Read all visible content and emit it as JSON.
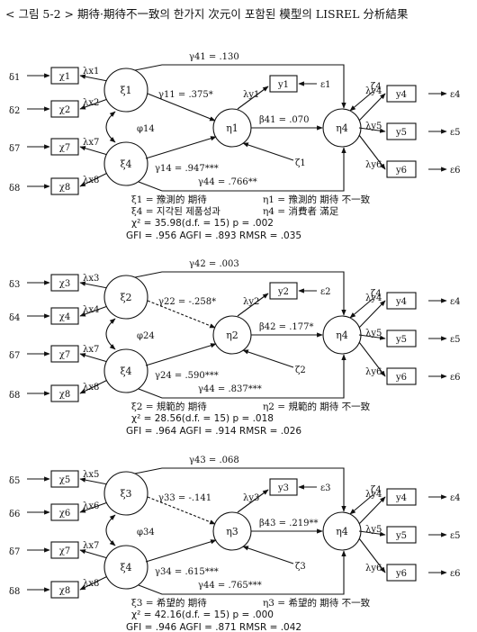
{
  "figure_title": "< 그림 5-2 >  期待·期待不一致의 한가지 次元이 포함된 模型의 LISREL 分析結果",
  "panels": [
    {
      "xi_a": "ξ1",
      "eta_a": "η1",
      "x_top": [
        "χ1",
        "χ2"
      ],
      "x_bottom": [
        "χ7",
        "χ8"
      ],
      "delta_top": [
        "δ1",
        "δ2"
      ],
      "delta_bottom": [
        "δ7",
        "δ8"
      ],
      "lam_top": [
        "λx1",
        "λx2"
      ],
      "lam_bottom": [
        "λx7",
        "λx8"
      ],
      "phi": "φ14",
      "g_top": "γ41 = .130",
      "g_mid": "γ11 = .375*",
      "g_low": "γ14 = .947***",
      "g_bottom": "γ44 = .766**",
      "beta": "β41 = .070",
      "y_mid": "y1",
      "lam_ymid": "λy1",
      "eps_mid": "ε1",
      "zeta_mid": "ζ1",
      "cap1a": "ξ1 = 豫測的  期待",
      "cap1b": "η1 = 豫測的  期待  不一致",
      "cap2a": "ξ4 = 지각된  제품성과",
      "cap2b": "η4 = 消費者  滿足",
      "chi": "χ² = 35.98(d.f. = 15)      p = .002",
      "fit": "GFI = .956    AGFI = .893    RMSR = .035"
    },
    {
      "xi_a": "ξ2",
      "eta_a": "η2",
      "x_top": [
        "χ3",
        "χ4"
      ],
      "x_bottom": [
        "χ7",
        "χ8"
      ],
      "delta_top": [
        "δ3",
        "δ4"
      ],
      "delta_bottom": [
        "δ7",
        "δ8"
      ],
      "lam_top": [
        "λx3",
        "λx4"
      ],
      "lam_bottom": [
        "λx7",
        "λx8"
      ],
      "phi": "φ24",
      "g_top": "γ42 = .003",
      "g_mid": "γ22 = -.258*",
      "g_low": "γ24 = .590***",
      "g_bottom": "γ44 = .837***",
      "beta": "β42 = .177*",
      "y_mid": "y2",
      "lam_ymid": "λy2",
      "eps_mid": "ε2",
      "zeta_mid": "ζ2",
      "cap1a": "ξ2 = 規範的  期待",
      "cap1b": "η2 = 規範的  期待  不一致",
      "chi": "χ² = 28.56(d.f. = 15)      p = .018",
      "fit": "GFI = .964    AGFI = .914    RMSR = .026"
    },
    {
      "xi_a": "ξ3",
      "eta_a": "η3",
      "x_top": [
        "χ5",
        "χ6"
      ],
      "x_bottom": [
        "χ7",
        "χ8"
      ],
      "delta_top": [
        "δ5",
        "δ6"
      ],
      "delta_bottom": [
        "δ7",
        "δ8"
      ],
      "lam_top": [
        "λx5",
        "λx6"
      ],
      "lam_bottom": [
        "λx7",
        "λx8"
      ],
      "phi": "φ34",
      "g_top": "γ43 = .068",
      "g_mid": "γ33 = -.141",
      "g_low": "γ34 = .615***",
      "g_bottom": "γ44 = .765***",
      "beta": "β43 = .219**",
      "y_mid": "y3",
      "lam_ymid": "λy3",
      "eps_mid": "ε3",
      "zeta_mid": "ζ3",
      "cap1a": "ξ3 = 希望的  期待",
      "cap1b": "η3 = 希望的  期待  不一致",
      "chi": "χ² = 42.16(d.f. = 15)      p = .000",
      "fit": "GFI = .946    AGFI = .871    RMSR = .042"
    }
  ],
  "common": {
    "xi_b": "ξ4",
    "eta_b": "η4",
    "y_right": [
      "y4",
      "y5",
      "y6"
    ],
    "lam_right": [
      "λy4",
      "λy5",
      "λy6"
    ],
    "eps_right": [
      "ε4",
      "ε5",
      "ε6"
    ],
    "zeta_right": "ζ4"
  }
}
